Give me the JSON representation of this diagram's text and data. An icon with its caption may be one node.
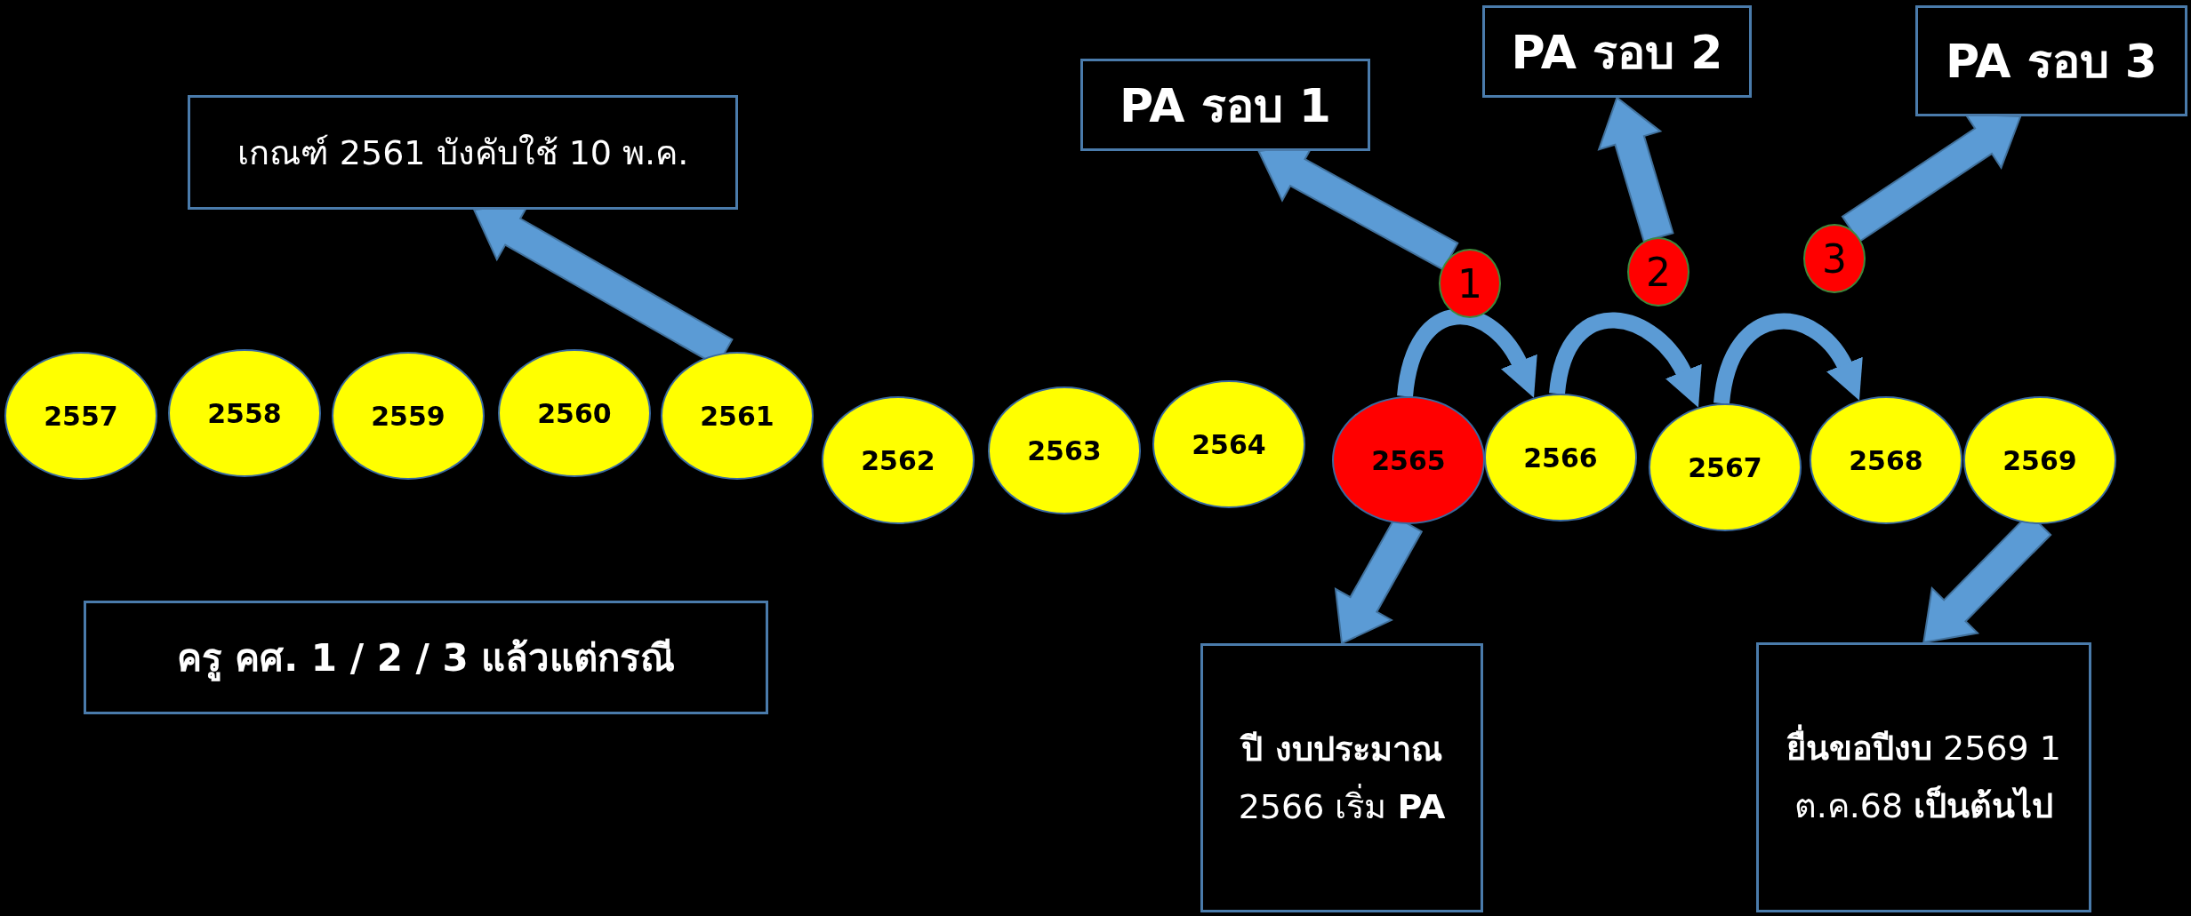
{
  "diagram": {
    "nodes": [
      {
        "text": [
          "เกณฑ์ 2561 บังคับใช้ 10 พ.ค."
        ]
      },
      {
        "text": [
          "PA รอบ 1"
        ]
      },
      {
        "text": [
          "PA รอบ 2"
        ]
      },
      {
        "text": [
          "PA รอบ 3"
        ]
      },
      {
        "text": [
          "1"
        ]
      },
      {
        "text": [
          "2"
        ]
      },
      {
        "text": [
          "3"
        ]
      },
      {
        "text": [
          "2557"
        ]
      },
      {
        "text": [
          "2558"
        ]
      },
      {
        "text": [
          "2559"
        ]
      },
      {
        "text": [
          "2560"
        ]
      },
      {
        "text": [
          "2561"
        ]
      },
      {
        "text": [
          "2562"
        ]
      },
      {
        "text": [
          "2563"
        ]
      },
      {
        "text": [
          "2564"
        ]
      },
      {
        "text": [
          "2565"
        ]
      },
      {
        "text": [
          "2566"
        ]
      },
      {
        "text": [
          "2567"
        ]
      },
      {
        "text": [
          "2568"
        ]
      },
      {
        "text": [
          "2569"
        ]
      },
      {
        "text": [
          "ครู คศ. 1 / 2 / 3 แล้วแต่กรณี"
        ]
      },
      {
        "text": [
          "**ปี งบประมาณ** 2566 เริ่ม **PA**"
        ]
      },
      {
        "text": [
          "**ยื่นขอปีงบ** 2569 1 ต.ค.68 **เป็นต้นไป**"
        ]
      }
    ],
    "edges": [
      {
        "from": 11,
        "to": 0,
        "arrow": "to"
      },
      {
        "from": 4,
        "to": 1,
        "arrow": "to"
      },
      {
        "from": 5,
        "to": 2,
        "arrow": "to"
      },
      {
        "from": 6,
        "to": 3,
        "arrow": "to"
      },
      {
        "from": 15,
        "to": 16,
        "arrow": "to"
      },
      {
        "from": 16,
        "to": 17,
        "arrow": "to"
      },
      {
        "from": 17,
        "to": 18,
        "arrow": "to"
      },
      {
        "from": 15,
        "to": 21,
        "arrow": "to"
      },
      {
        "from": 19,
        "to": 22,
        "arrow": "to"
      }
    ]
  }
}
